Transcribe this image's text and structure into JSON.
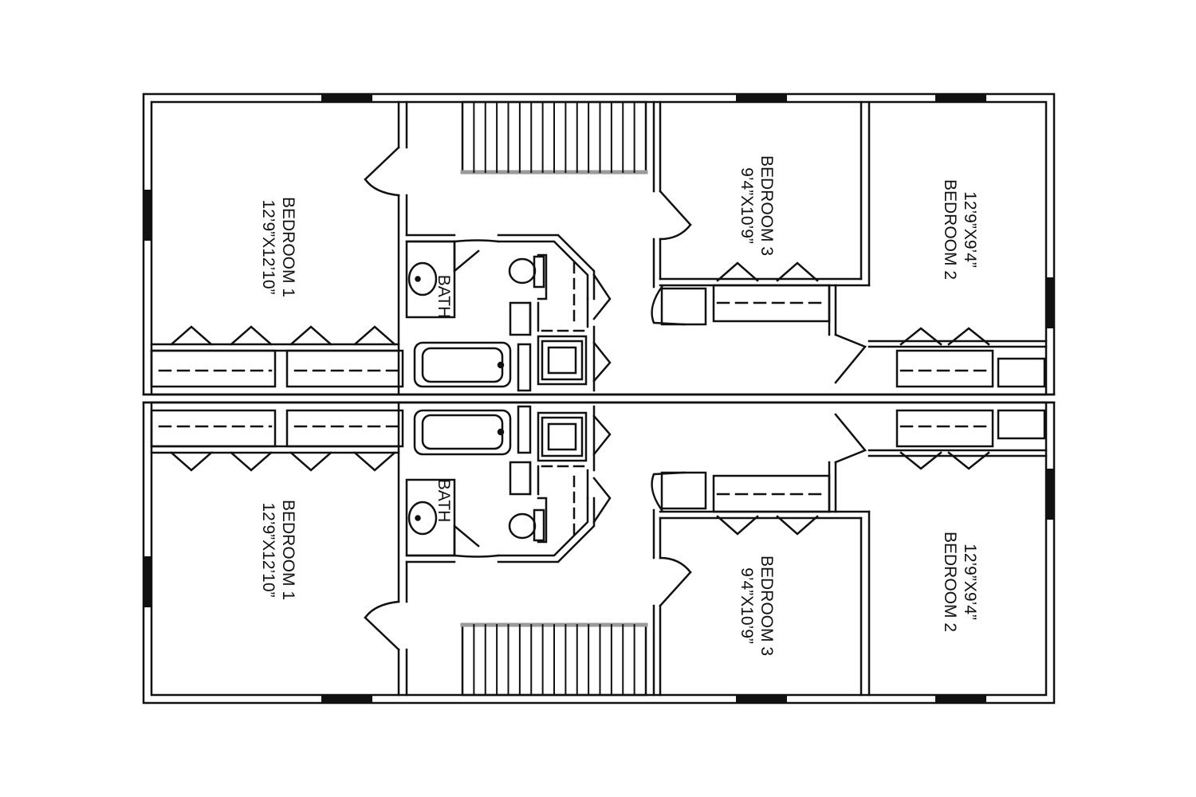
{
  "colors": {
    "background": "#ffffff",
    "line": "#111111",
    "stair_nosing": "#9a9a9a"
  },
  "upper_unit": {
    "bedroom1": {
      "name": "BEDROOM 1",
      "dims": "12’9”X12’10”"
    },
    "bedroom2": {
      "name": "BEDROOM 2",
      "dims": "12’9”X9’4”"
    },
    "bedroom3": {
      "name": "BEDROOM 3",
      "dims": "9’4”X10’9”"
    },
    "bath": {
      "name": "BATH"
    }
  },
  "lower_unit": {
    "bedroom1": {
      "name": "BEDROOM 1",
      "dims": "12’9”X12’10”"
    },
    "bedroom2": {
      "name": "BEDROOM 2",
      "dims": "12’9”X9’4”"
    },
    "bedroom3": {
      "name": "BEDROOM 3",
      "dims": "9’4”X10’9”"
    },
    "bath": {
      "name": "BATH"
    }
  },
  "icons": [
    "window-icon",
    "door-swing-icon",
    "closet-bifold-icon",
    "stair-icon",
    "toilet-icon",
    "sink-icon",
    "bathtub-icon",
    "washer-icon"
  ]
}
